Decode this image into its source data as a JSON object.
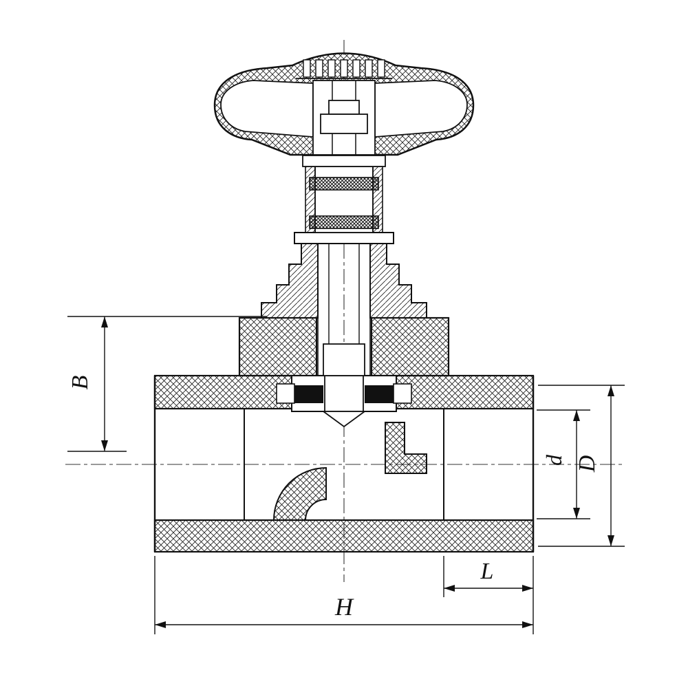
{
  "figure": {
    "labels": {
      "B": "B",
      "d": "d",
      "D": "D",
      "L": "L",
      "H": "H"
    },
    "colors": {
      "ink": "#111111",
      "paper": "#ffffff",
      "seal": "#111111"
    }
  }
}
